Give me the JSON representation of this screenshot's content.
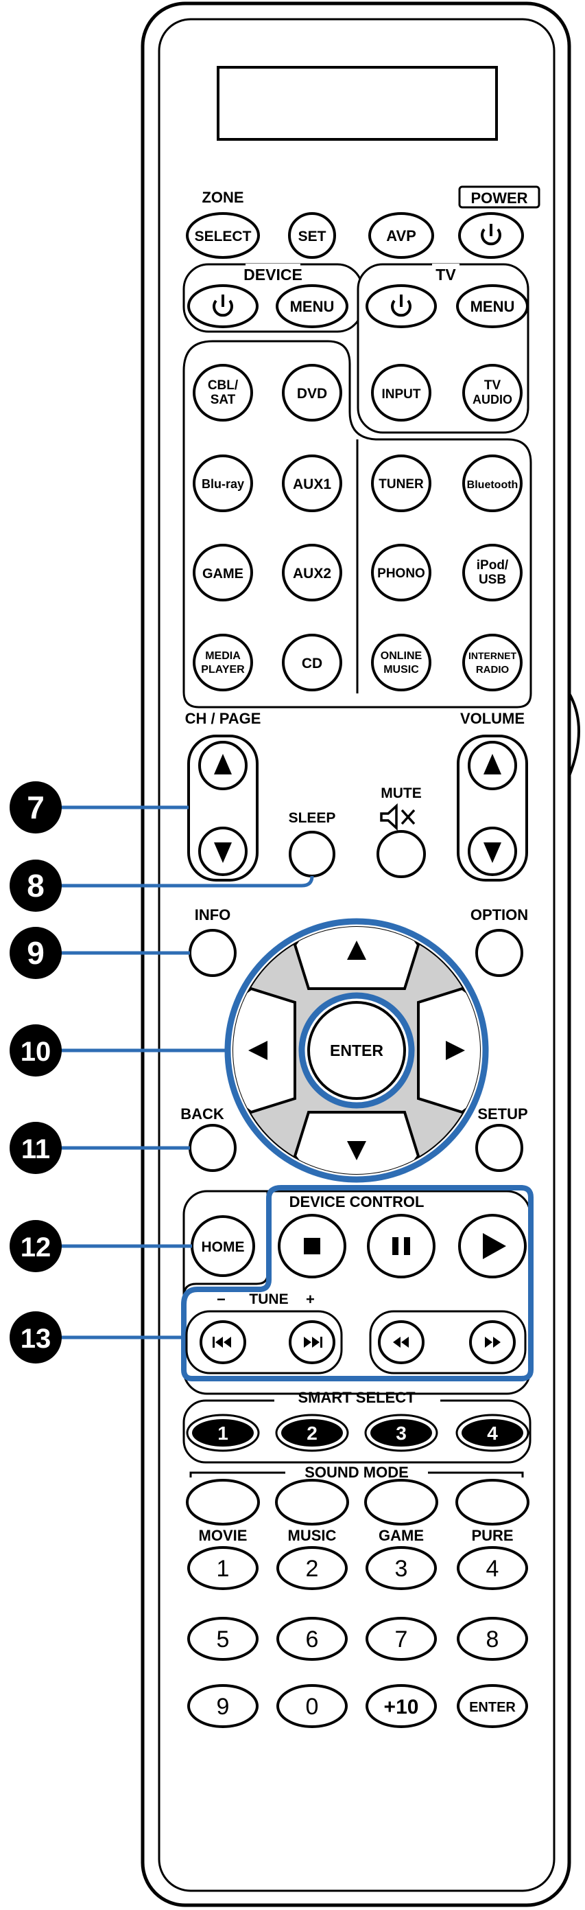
{
  "zone": {
    "label": "ZONE",
    "select": "SELECT",
    "set": "SET"
  },
  "top": {
    "power_label": "POWER",
    "avp": "AVP"
  },
  "device": {
    "label": "DEVICE",
    "menu": "MENU"
  },
  "tv": {
    "label": "TV",
    "menu": "MENU",
    "input": "INPUT",
    "tv_audio": [
      "TV",
      "AUDIO"
    ]
  },
  "sources": {
    "cbl_sat": [
      "CBL/",
      "SAT"
    ],
    "dvd": "DVD",
    "bluray": "Blu-ray",
    "aux1": "AUX1",
    "game": "GAME",
    "aux2": "AUX2",
    "media_player": [
      "MEDIA",
      "PLAYER"
    ],
    "cd": "CD",
    "tuner": "TUNER",
    "bluetooth": "Bluetooth",
    "phono": "PHONO",
    "ipod_usb": [
      "iPod/",
      "USB"
    ],
    "online_music": [
      "ONLINE",
      "MUSIC"
    ],
    "internet_radio": [
      "INTERNET",
      "RADIO"
    ]
  },
  "mid": {
    "ch_page": "CH / PAGE",
    "volume": "VOLUME",
    "mute": "MUTE",
    "sleep": "SLEEP",
    "info": "INFO",
    "option": "OPTION",
    "enter": "ENTER",
    "back": "BACK",
    "setup": "SETUP",
    "home": "HOME",
    "device_control": "DEVICE CONTROL",
    "tune": "TUNE",
    "tune_minus": "−",
    "tune_plus": "+"
  },
  "smart_select": {
    "label": "SMART SELECT",
    "buttons": [
      "1",
      "2",
      "3",
      "4"
    ]
  },
  "sound_mode": {
    "label": "SOUND MODE",
    "modes": [
      "MOVIE",
      "MUSIC",
      "GAME",
      "PURE"
    ]
  },
  "numpad": {
    "row1": [
      "1",
      "2",
      "3",
      "4"
    ],
    "row2": [
      "5",
      "6",
      "7",
      "8"
    ],
    "row3": [
      "9",
      "0",
      "+10",
      "ENTER"
    ]
  },
  "callouts": [
    "7",
    "8",
    "9",
    "10",
    "11",
    "12",
    "13"
  ],
  "colors": {
    "highlight": "#2e6db4",
    "dpad_ring": "#cfcfcf",
    "outline": "#000000"
  }
}
